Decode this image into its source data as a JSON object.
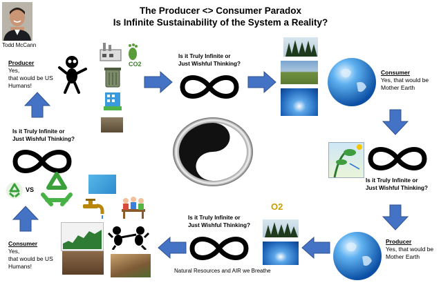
{
  "header": {
    "title_line1": "The Producer <> Consumer Paradox",
    "title_line2": "Is Infinite Sustainability of the System a Reality?"
  },
  "author": {
    "name": "Todd McCann"
  },
  "question": {
    "line1": "Is it Truly Infinite or",
    "line2": "Just Wishful Thinking?"
  },
  "nodes": {
    "producer_us": {
      "heading": "Producer",
      "line1": "Yes,",
      "line2": "that would be US",
      "line3": "Humans!"
    },
    "consumer_earth": {
      "heading": "Consumer",
      "line1": "Yes, that would be",
      "line2": "Mother Earth"
    },
    "producer_earth": {
      "heading": "Producer",
      "line1": "Yes, that would be",
      "line2": "Mother Earth"
    },
    "consumer_us": {
      "heading": "Consumer",
      "line1": "Yes,",
      "line2": "that would be US",
      "line3": "Humans!"
    }
  },
  "labels": {
    "co2": "CO2",
    "o2": "O2",
    "vs": "VS",
    "natural_resources": "Natural Resources and AIR we Breathe"
  },
  "colors": {
    "arrow": "#4472c4",
    "arrow_edge": "#2f528f"
  }
}
